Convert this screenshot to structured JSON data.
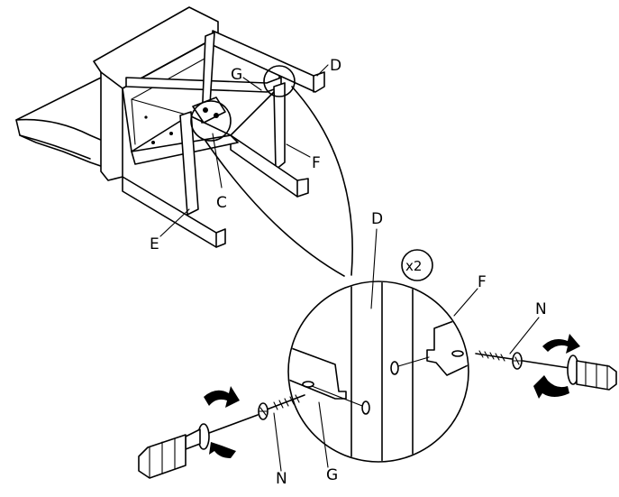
{
  "labels": {
    "D_top": "D",
    "G_top": "G",
    "F_top": "F",
    "C": "C",
    "E": "E",
    "D_detail": "D",
    "F_detail": "F",
    "N_right": "N",
    "N_left": "N",
    "G_detail": "G"
  },
  "quantity_callout": "x2"
}
